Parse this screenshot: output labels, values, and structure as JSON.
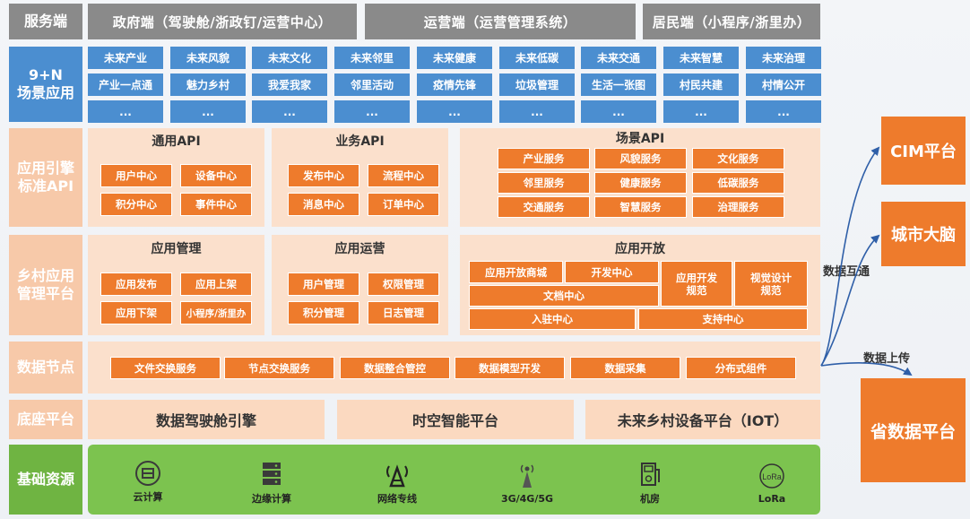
{
  "rows": {
    "service": "服务端",
    "scenes": "9+N\n场景应用",
    "api": "应用引擎\n标准API",
    "platform": "乡村应用\n管理平台",
    "data_node": "数据节点",
    "base": "底座平台",
    "infra": "基础资源"
  },
  "service_headers": [
    "政府端（驾驶舱/浙政钉/运营中心）",
    "运营端（运营管理系统）",
    "居民端（小程序/浙里办）"
  ],
  "scene_grid": [
    [
      "未来产业",
      "未来风貌",
      "未来文化",
      "未来邻里",
      "未来健康",
      "未来低碳",
      "未来交通",
      "未来智慧",
      "未来治理"
    ],
    [
      "产业一点通",
      "魅力乡村",
      "我爱我家",
      "邻里活动",
      "疫情先锋",
      "垃圾管理",
      "生活一张图",
      "村民共建",
      "村情公开"
    ],
    [
      "...",
      "...",
      "...",
      "...",
      "...",
      "...",
      "...",
      "...",
      "..."
    ]
  ],
  "api_panels": {
    "general": {
      "title": "通用API",
      "items": [
        "用户中心",
        "设备中心",
        "积分中心",
        "事件中心"
      ]
    },
    "business": {
      "title": "业务API",
      "items": [
        "发布中心",
        "流程中心",
        "消息中心",
        "订单中心"
      ]
    },
    "scene": {
      "title": "场景API",
      "items": [
        "产业服务",
        "风貌服务",
        "文化服务",
        "邻里服务",
        "健康服务",
        "低碳服务",
        "交通服务",
        "智慧服务",
        "治理服务"
      ]
    }
  },
  "platform_panels": {
    "mgmt": {
      "title": "应用管理",
      "items": [
        "应用发布",
        "应用上架",
        "应用下架",
        "小程序/浙里办"
      ]
    },
    "ops": {
      "title": "应用运营",
      "items": [
        "用户管理",
        "权限管理",
        "积分管理",
        "日志管理"
      ]
    },
    "open": {
      "title": "应用开放",
      "items": [
        "应用开放商城",
        "开发中心",
        "应用开发\n规范",
        "视觉设计\n规范",
        "文档中心",
        "入驻中心",
        "支持中心"
      ]
    }
  },
  "data_node_items": [
    "文件交换服务",
    "节点交换服务",
    "数据整合管控",
    "数据模型开发",
    "数据采集",
    "分布式组件"
  ],
  "foundations": [
    "数据驾驶舱引擎",
    "时空智能平台",
    "未来乡村设备平台（IOT）"
  ],
  "infra_items": [
    {
      "label": "云计算",
      "icon": "cloud-compute-icon"
    },
    {
      "label": "边缘计算",
      "icon": "server-rack-icon"
    },
    {
      "label": "网络专线",
      "icon": "network-antenna-icon"
    },
    {
      "label": "3G/4G/5G",
      "icon": "cell-tower-icon"
    },
    {
      "label": "机房",
      "icon": "data-center-icon"
    },
    {
      "label": "LoRa",
      "icon": "lora-icon"
    }
  ],
  "right": {
    "cim": "CIM平台",
    "brain": "城市大脑",
    "province": "省数据平台",
    "exchange_label": "数据互通",
    "upload_label": "数据上传"
  },
  "colors": {
    "orange": "#ee7b2c",
    "blue": "#4b8ed0",
    "grey": "#8a8a8a",
    "peach": "#fbe0cc",
    "green": "#7cc34f"
  }
}
